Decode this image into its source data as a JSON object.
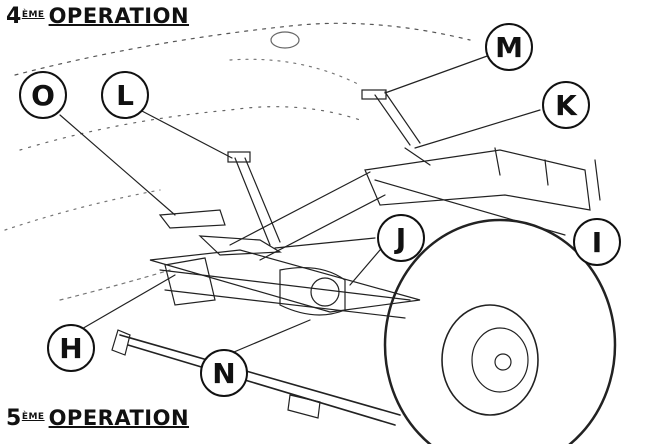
{
  "headings": {
    "top": {
      "number": "4",
      "superscript": "ÈME",
      "word": "OPERATION"
    },
    "bottom": {
      "number": "5",
      "superscript": "ÈME",
      "word": "OPERATION"
    }
  },
  "callouts": [
    {
      "id": "m",
      "label": "M"
    },
    {
      "id": "k",
      "label": "K"
    },
    {
      "id": "o",
      "label": "O"
    },
    {
      "id": "l",
      "label": "L"
    },
    {
      "id": "j",
      "label": "J"
    },
    {
      "id": "i",
      "label": "I"
    },
    {
      "id": "h",
      "label": "H"
    },
    {
      "id": "n",
      "label": "N"
    }
  ]
}
